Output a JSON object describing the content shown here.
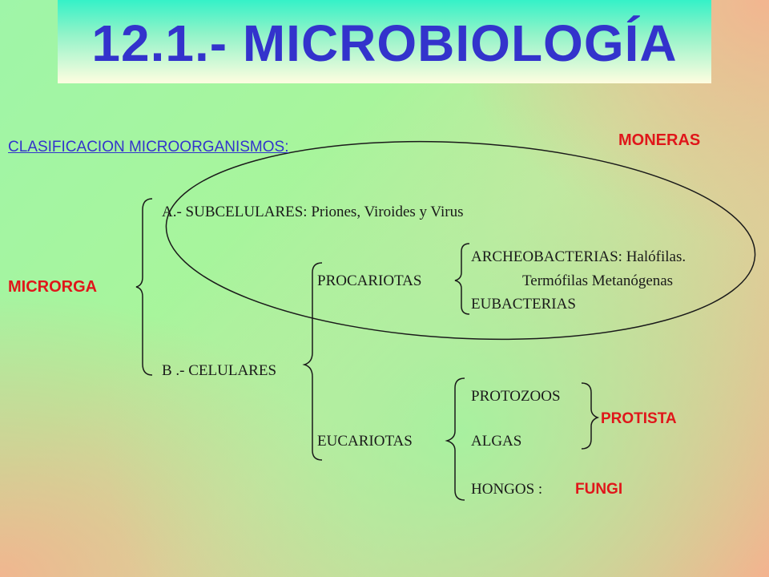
{
  "title": "12.1.- MICROBIOLOGÍA",
  "heading": "CLASIFICACION MICROORGANISMOS:",
  "moneras": "MONERAS",
  "root": "MICRORGA",
  "subcelulares": "A.- SUBCELULARES: Priones, Viroides y Virus",
  "celulares": "B .- CELULARES",
  "procariotas": "PROCARIOTAS",
  "archeo_line1": "ARCHEOBACTERIAS: Halófilas.",
  "archeo_line2": "Termófilas Metanógenas",
  "eubacterias": "EUBACTERIAS",
  "eucariotas": "EUCARIOTAS",
  "protozoos": "PROTOZOOS",
  "protista": "PROTISTA",
  "algas": "ALGAS",
  "hongos": "HONGOS :",
  "fungi": "FUNGI",
  "colors": {
    "title": "#3333cc",
    "highlight": "#e0161a",
    "line": "#1a1a1a"
  }
}
